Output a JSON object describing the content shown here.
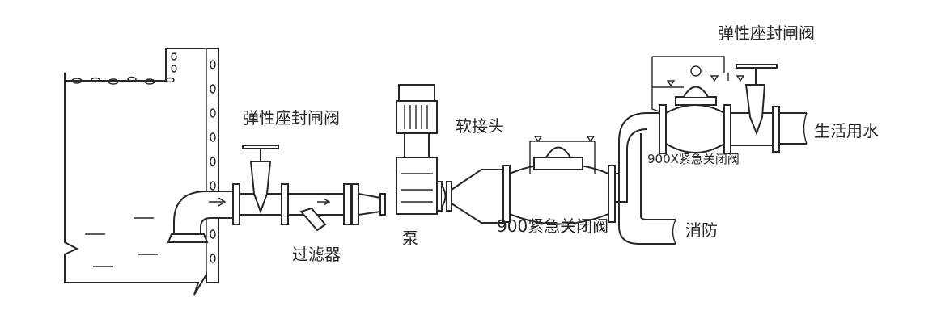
{
  "labels": {
    "gate_valve_1": "弹性座封闸阀",
    "strainer": "过滤器",
    "pump": "泵",
    "soft_joint": "软接头",
    "valve_900": "900紧急关闭阀",
    "gate_valve_2": "弹性座封闸阀",
    "valve_900x": "900X紧急关闭阀",
    "domestic_water": "生活用水",
    "fire": "消防"
  },
  "colors": {
    "line": "#2a2626",
    "background": "#ffffff"
  }
}
